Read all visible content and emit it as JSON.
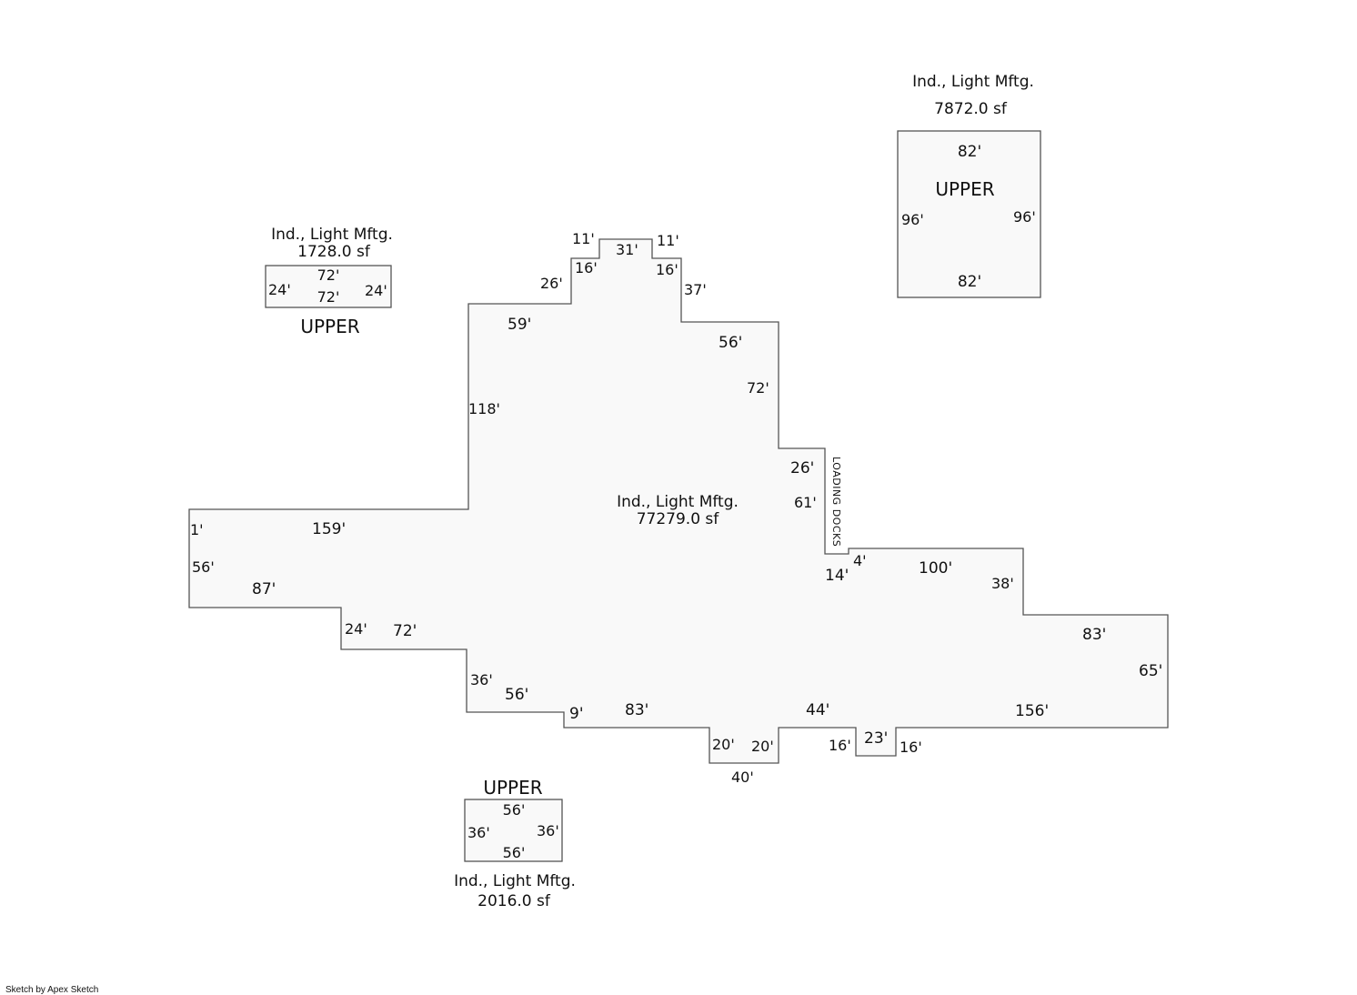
{
  "credit": "Sketch by Apex Sketch",
  "main_area": {
    "type_label": "Ind., Light Mftg.",
    "area_label": "77279.0 sf",
    "loading_label": "LOADING DOCKS",
    "dims": {
      "left_1": "1'",
      "left_159": "159'",
      "left_56": "56'",
      "left_87": "87'",
      "step_24": "24'",
      "step_72": "72'",
      "step_36": "36'",
      "step_56": "56'",
      "step_9": "9'",
      "bottom_83": "83'",
      "notch_20_left": "20'",
      "notch_20_right": "20'",
      "notch_40": "40'",
      "bottom_44": "44'",
      "notch_16_left": "16'",
      "notch_23": "23'",
      "notch_16_right": "16'",
      "bottom_156": "156'",
      "right_65": "65'",
      "right_83": "83'",
      "right_38": "38'",
      "right_100": "100'",
      "dock_4": "4'",
      "dock_14": "14'",
      "dock_61": "61'",
      "dock_26": "26'",
      "upper_72": "72'",
      "upper_56": "56'",
      "upper_37": "37'",
      "top_16_right": "16'",
      "top_11_right": "11'",
      "top_31": "31'",
      "top_11_left": "11'",
      "top_16_left": "16'",
      "top_26": "26'",
      "top_59": "59'",
      "left_118": "118'"
    }
  },
  "upper_left": {
    "type_label": "Ind., Light Mftg.",
    "area_label": "1728.0 sf",
    "name": "UPPER",
    "dims": {
      "top": "72'",
      "bottom": "72'",
      "left": "24'",
      "right": "24'"
    }
  },
  "upper_top_right": {
    "type_label": "Ind., Light Mftg.",
    "area_label": "7872.0 sf",
    "name": "UPPER",
    "dims": {
      "top": "82'",
      "bottom": "82'",
      "left": "96'",
      "right": "96'"
    }
  },
  "upper_bottom": {
    "type_label": "Ind., Light Mftg.",
    "area_label": "2016.0 sf",
    "name": "UPPER",
    "dims": {
      "top": "56'",
      "bottom": "56'",
      "left": "36'",
      "right": "36'"
    }
  }
}
